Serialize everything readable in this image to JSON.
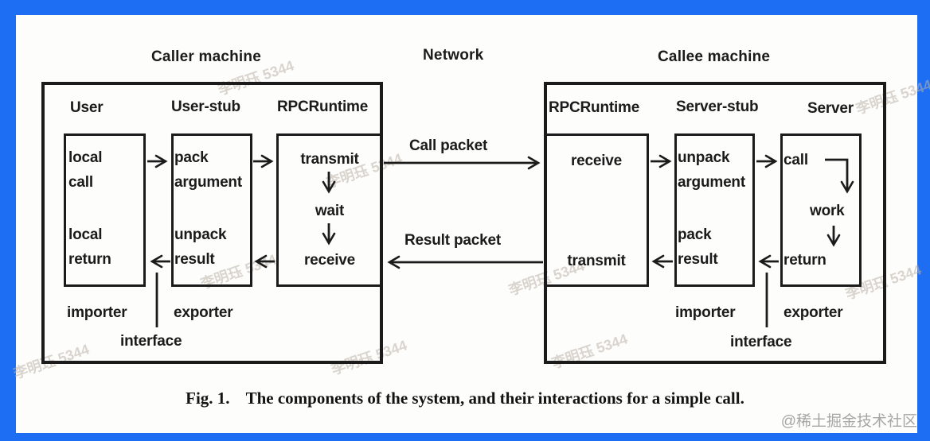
{
  "page": {
    "watermark_text": "李明珏 5344",
    "credit": "@稀土掘金技术社区",
    "frame_color": "#1d6ef2",
    "caption": {
      "fig_label": "Fig. 1.",
      "fig_text": "The components of the system, and their interactions for a simple call."
    }
  },
  "network": {
    "title": "Network",
    "call_packet_label": "Call packet",
    "result_packet_label": "Result packet"
  },
  "caller_machine": {
    "title": "Caller machine",
    "headers": {
      "user": "User",
      "user_stub": "User-stub",
      "rpcruntime": "RPCRuntime"
    },
    "user_box": {
      "top": "local\ncall",
      "bottom": "local\nreturn"
    },
    "user_stub_box": {
      "top": "pack\nargument",
      "bottom": "unpack\nresult"
    },
    "rpcruntime_box": {
      "top": "transmit",
      "middle": "wait",
      "bottom": "receive"
    },
    "labels": {
      "importer": "importer",
      "exporter": "exporter",
      "interface": "interface"
    }
  },
  "callee_machine": {
    "title": "Callee machine",
    "headers": {
      "rpcruntime": "RPCRuntime",
      "server_stub": "Server-stub",
      "server": "Server"
    },
    "rpcruntime_box": {
      "top": "receive",
      "bottom": "transmit"
    },
    "server_stub_box": {
      "top": "unpack\nargument",
      "bottom": "pack\nresult"
    },
    "server_box": {
      "top": "call",
      "middle": "work",
      "bottom": "return"
    },
    "labels": {
      "importer": "importer",
      "exporter": "exporter",
      "interface": "interface"
    }
  }
}
